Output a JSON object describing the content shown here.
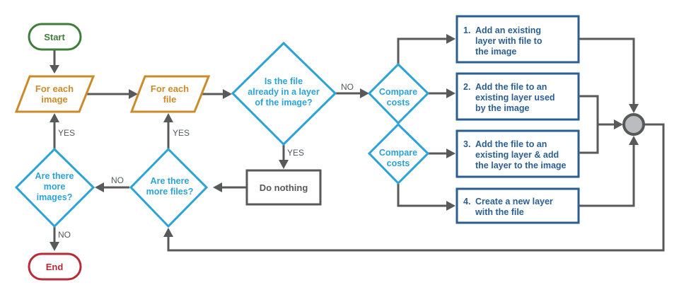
{
  "colors": {
    "terminal_start": "#3f7d3a",
    "terminal_end": "#b92a37",
    "loop": "#cc8a2a",
    "decision": "#2ca3d6",
    "action": "#2b5f93",
    "neutral": "#58595b",
    "merge_fill": "#babcc0"
  },
  "nodes": {
    "start": {
      "label": "Start"
    },
    "end": {
      "label": "End"
    },
    "for_each_image": {
      "lines": [
        "For each",
        "image"
      ]
    },
    "for_each_file": {
      "lines": [
        "For each",
        "file"
      ]
    },
    "file_in_layer": {
      "lines": [
        "Is the file",
        "already in a layer",
        "of the image?"
      ]
    },
    "compare_costs_1": {
      "lines": [
        "Compare",
        "costs"
      ]
    },
    "compare_costs_2": {
      "lines": [
        "Compare",
        "costs"
      ]
    },
    "do_nothing": {
      "label": "Do nothing"
    },
    "more_files": {
      "lines": [
        "Are there",
        "more files?"
      ]
    },
    "more_images": {
      "lines": [
        "Are there",
        "more",
        "images?"
      ]
    },
    "option_1": {
      "num": "1.",
      "lines": [
        "Add an existing",
        "layer with file to",
        "the image"
      ]
    },
    "option_2": {
      "num": "2.",
      "lines": [
        "Add the file to an",
        "existing layer used",
        "by the image"
      ]
    },
    "option_3": {
      "num": "3.",
      "lines": [
        "Add the file to an",
        "existing layer & add",
        "the layer to the image"
      ]
    },
    "option_4": {
      "num": "4.",
      "lines": [
        "Create a new layer",
        "with the file"
      ]
    }
  },
  "edge_labels": {
    "no_to_compare": "NO",
    "yes_do_nothing": "YES",
    "yes_more_files": "YES",
    "yes_more_images": "YES",
    "no_more_files": "NO",
    "no_more_images": "NO"
  }
}
